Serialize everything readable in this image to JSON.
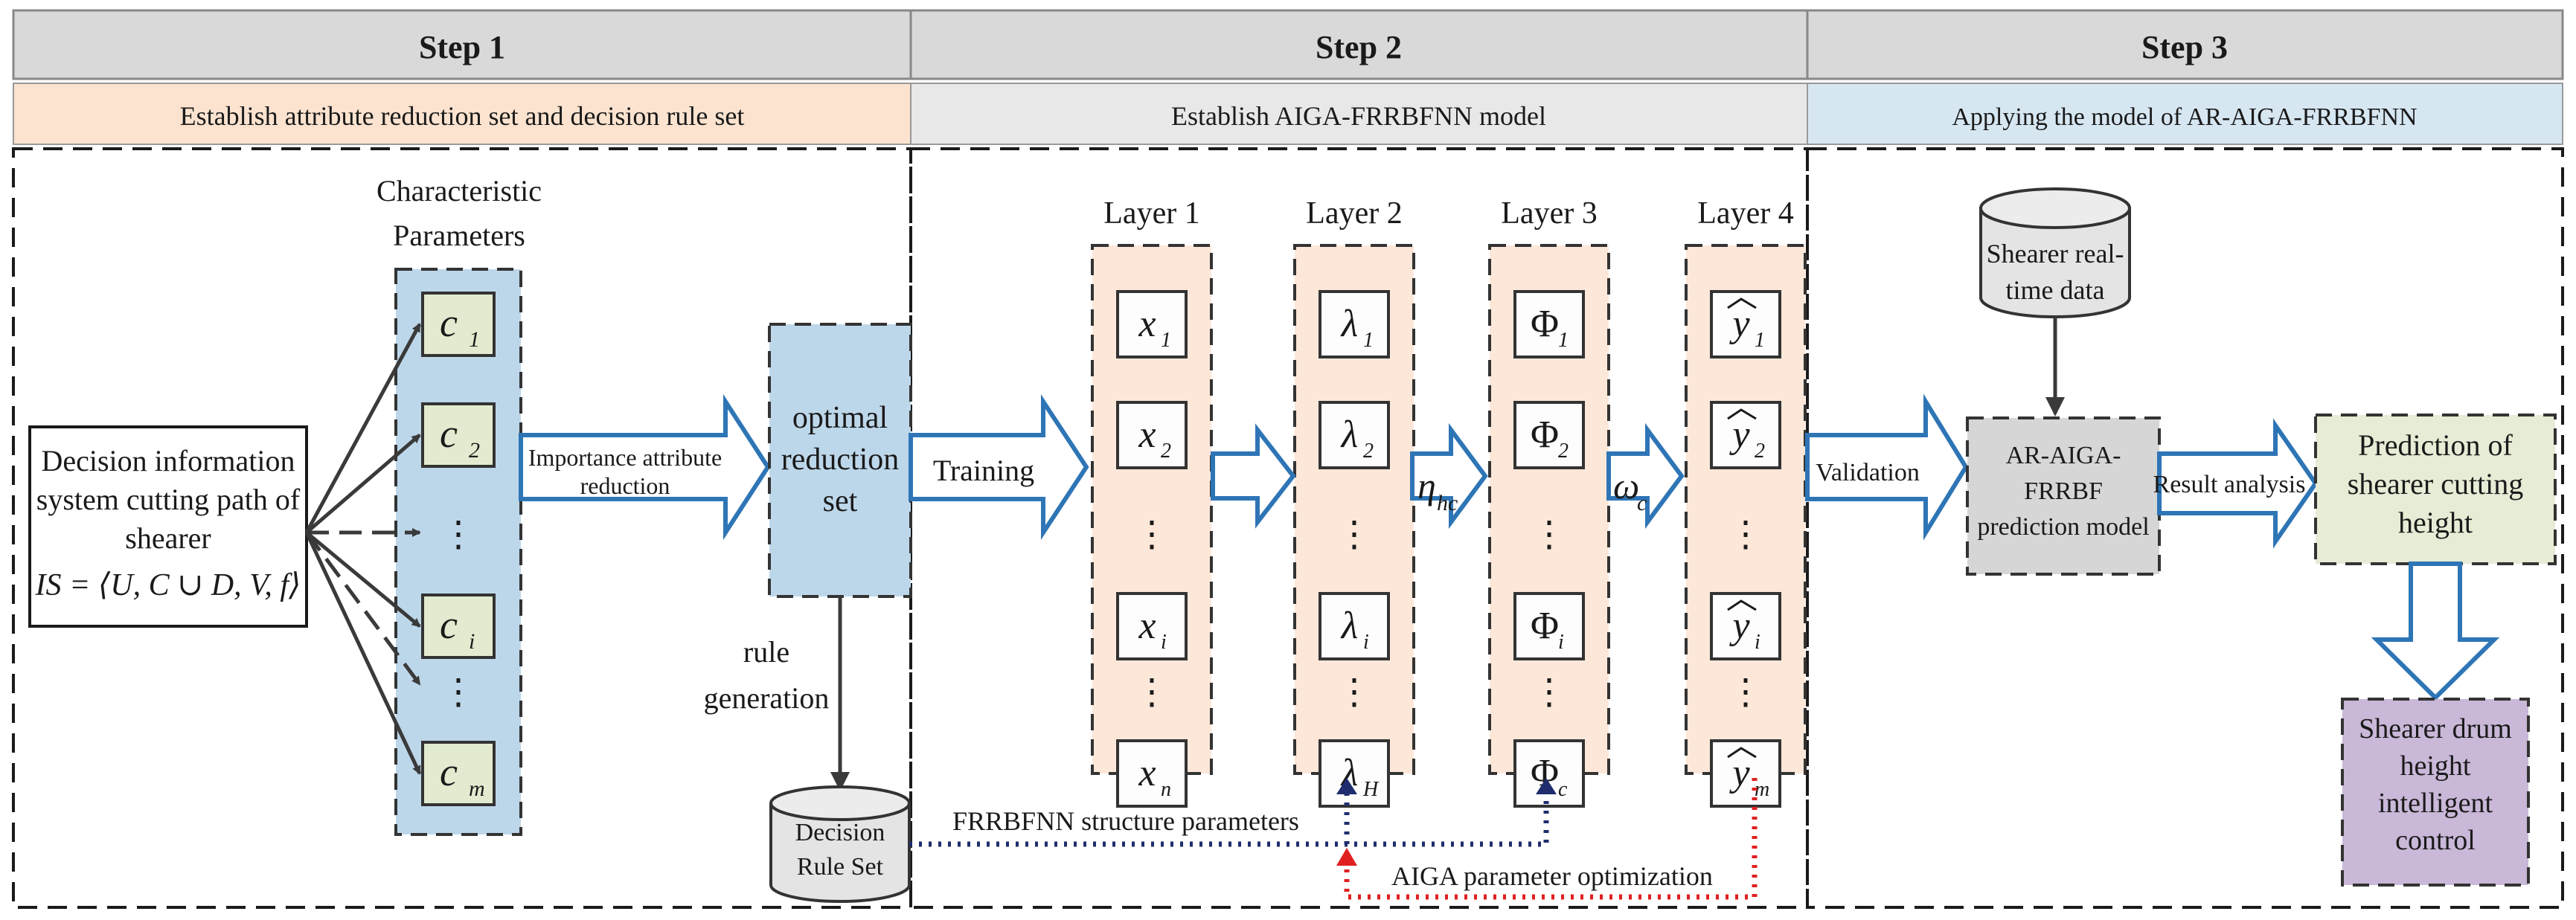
{
  "steps": [
    {
      "title": "Step 1",
      "subtitle": "Establish attribute reduction set and decision rule set"
    },
    {
      "title": "Step 2",
      "subtitle": "Establish AIGA-FRRBFNN model"
    },
    {
      "title": "Step 3",
      "subtitle": "Applying the model of AR-AIGA-FRRBFNN"
    }
  ],
  "colors": {
    "header_gray": "#d9d9d9",
    "step1_sub": "#fbe3cf",
    "step2_sub": "#e8e8e8",
    "step3_sub": "#d6e7f2",
    "blue_box": "#bdd7ea",
    "param_box": "#e2ebcf",
    "layer_box": "#fde7d8",
    "pred_box": "#e6ecd5",
    "control_box": "#c9b8d8",
    "model_box": "#d6d6d6",
    "arrow_blue": "#2e75b6",
    "dotted_navy": "#1f2d6e",
    "dotted_red": "#e02020"
  },
  "step1": {
    "decision_info": {
      "line1": "Decision information",
      "line2": "system cutting path of",
      "line3": "shearer",
      "formula": "IS = ⟨U, C ∪ D, V, f⟩"
    },
    "char_params_title": [
      "Characteristic",
      "Parameters"
    ],
    "params": [
      "c",
      "c",
      "⋮",
      "c",
      "⋮",
      "c"
    ],
    "param_subs": [
      "1",
      "2",
      "",
      "i",
      "",
      "m"
    ],
    "importance_label": [
      "Importance attribute",
      "reduction"
    ],
    "optimal_set": [
      "optimal",
      "reduction",
      "set"
    ],
    "rule_generation": [
      "rule",
      "generation"
    ],
    "decision_rule_set": [
      "Decision",
      "Rule Set"
    ]
  },
  "step2": {
    "training": "Training",
    "layers": [
      "Layer 1",
      "Layer 2",
      "Layer 3",
      "Layer 4"
    ],
    "layer1": {
      "base": [
        "x",
        "x",
        "⋮",
        "x",
        "⋮",
        "x"
      ],
      "subs": [
        "1",
        "2",
        "",
        "i",
        "",
        "n"
      ]
    },
    "layer2": {
      "base": [
        "λ",
        "λ",
        "⋮",
        "λ",
        "⋮",
        "λ"
      ],
      "subs": [
        "1",
        "2",
        "",
        "i",
        "",
        "H"
      ]
    },
    "layer3": {
      "base": [
        "Φ",
        "Φ",
        "⋮",
        "Φ",
        "⋮",
        "Φ"
      ],
      "subs": [
        "1",
        "2",
        "",
        "i",
        "",
        "c"
      ]
    },
    "layer4": {
      "base": [
        "y",
        "y",
        "⋮",
        "y",
        "⋮",
        "y"
      ],
      "subs": [
        "1",
        "2",
        "",
        "i",
        "",
        "m"
      ]
    },
    "eta": {
      "base": "η",
      "sub": "hc"
    },
    "omega": {
      "base": "ω",
      "sub": "c"
    },
    "frrbfnn_params": "FRRBFNN structure parameters",
    "aiga_opt": "AIGA parameter optimization"
  },
  "step3": {
    "validation": "Validation",
    "shearer_data": [
      "Shearer real-",
      "time data"
    ],
    "model": [
      "AR-AIGA-",
      "FRRBF",
      "prediction model"
    ],
    "result_analysis": "Result analysis",
    "prediction": [
      "Prediction of",
      "shearer cutting",
      "height"
    ],
    "control": [
      "Shearer drum",
      "height",
      "intelligent",
      "control"
    ]
  }
}
